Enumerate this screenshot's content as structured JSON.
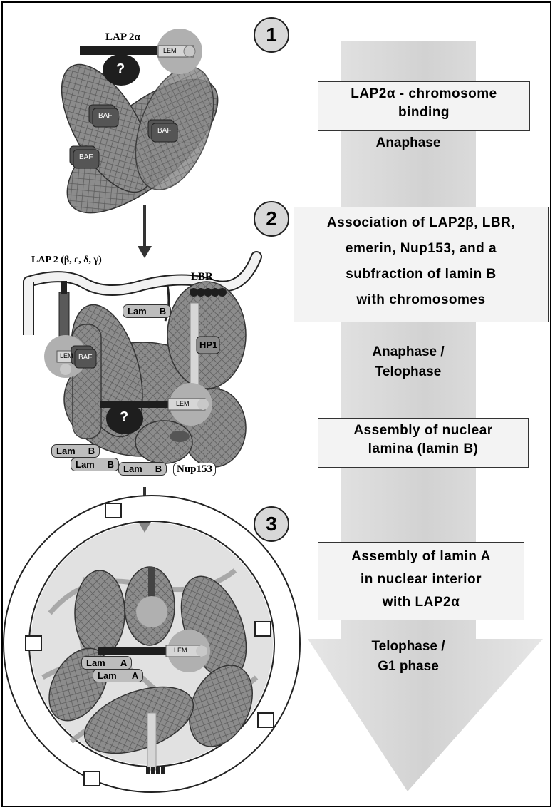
{
  "steps": [
    "1",
    "2",
    "3"
  ],
  "labels": {
    "lap2a": "LAP 2α",
    "lap2group": "LAP 2 (β, ε, δ, γ)",
    "lbr": "LBR",
    "lem": "LEM",
    "baf": "BAF",
    "unknown": "?",
    "hp1": "HP1",
    "nup153": "Nup153",
    "lamB": "Lam     B",
    "lamA": "Lam      A"
  },
  "boxes": {
    "b1": [
      "LAP2α - chromosome",
      "binding"
    ],
    "b2": [
      "Association of LAP2β, LBR,",
      "emerin, Nup153, and a",
      "subfraction of lamin B",
      "with chromosomes"
    ],
    "b3": [
      "Assembly of nuclear",
      "lamina (lamin B)"
    ],
    "b4": [
      "Assembly of lamin A",
      "in nuclear interior",
      "with LAP2α"
    ]
  },
  "phases": {
    "p1": "Anaphase",
    "p2a": "Anaphase /",
    "p2b": "Telophase",
    "p3a": "Telophase /",
    "p3b": "G1 phase"
  },
  "colors": {
    "arrow": "#d8d8d8",
    "chromatin": "#8a8a8a",
    "dark": "#1e1e1e",
    "circle": "#b0b0b0"
  }
}
